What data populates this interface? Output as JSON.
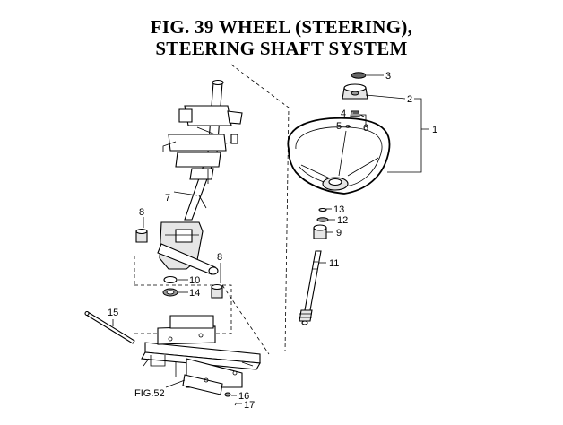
{
  "title": {
    "line1": "FIG. 39  WHEEL (STEERING),",
    "line2": "STEERING SHAFT SYSTEM"
  },
  "callouts": {
    "c1": "1",
    "c2": "2",
    "c3": "3",
    "c4": "4",
    "c5": "5",
    "c6": "6",
    "c7": "7",
    "c8a": "8",
    "c8b": "8",
    "c9": "9",
    "c10": "10",
    "c11": "11",
    "c12": "12",
    "c13": "13",
    "c14": "14",
    "c15": "15",
    "c16": "16",
    "c17": "17"
  },
  "reference": {
    "fig52": "FIG.52"
  }
}
